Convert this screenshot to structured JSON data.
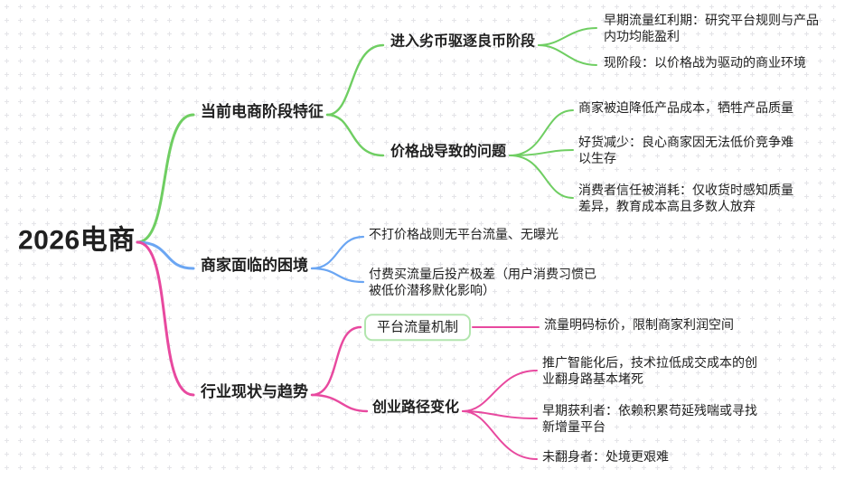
{
  "map": {
    "root": "2026电商",
    "branches": [
      {
        "label": "当前电商阶段特征",
        "color": "#6fce62",
        "children": [
          {
            "label": "进入劣币驱逐良币阶段",
            "children": [
              {
                "label": "早期流量红利期：研究平台规则与产品内功均能盈利"
              },
              {
                "label": "现阶段：以价格战为驱动的商业环境"
              }
            ]
          },
          {
            "label": "价格战导致的问题",
            "children": [
              {
                "label": "商家被迫降低产品成本，牺牲产品质量"
              },
              {
                "label": "好货减少：良心商家因无法低价竞争难以生存"
              },
              {
                "label": "消费者信任被消耗：仅收货时感知质量差异，教育成本高且多数人放弃"
              }
            ]
          }
        ]
      },
      {
        "label": "商家面临的困境",
        "color": "#6ba6f3",
        "children": [
          {
            "label": "不打价格战则无平台流量、无曝光"
          },
          {
            "label": "付费买流量后投产极差（用户消费习惯已被低价潜移默化影响）"
          }
        ]
      },
      {
        "label": "行业现状与趋势",
        "color": "#e8499f",
        "children": [
          {
            "label": "平台流量机制",
            "boxed": true,
            "children": [
              {
                "label": "流量明码标价，限制商家利润空间"
              }
            ]
          },
          {
            "label": "创业路径变化",
            "children": [
              {
                "label": "推广智能化后，技术拉低成交成本的创业翻身路基本堵死"
              },
              {
                "label": "早期获利者：依赖积累苟延残喘或寻找新增量平台"
              },
              {
                "label": "未翻身者：处境更艰难"
              }
            ]
          }
        ]
      }
    ],
    "colors": {
      "green": "#6fce62",
      "blue": "#6ba6f3",
      "pink": "#e8499f",
      "box_border": "#b2e5ae",
      "text": "#202020",
      "grid_dot": "#e4e4e8"
    }
  }
}
